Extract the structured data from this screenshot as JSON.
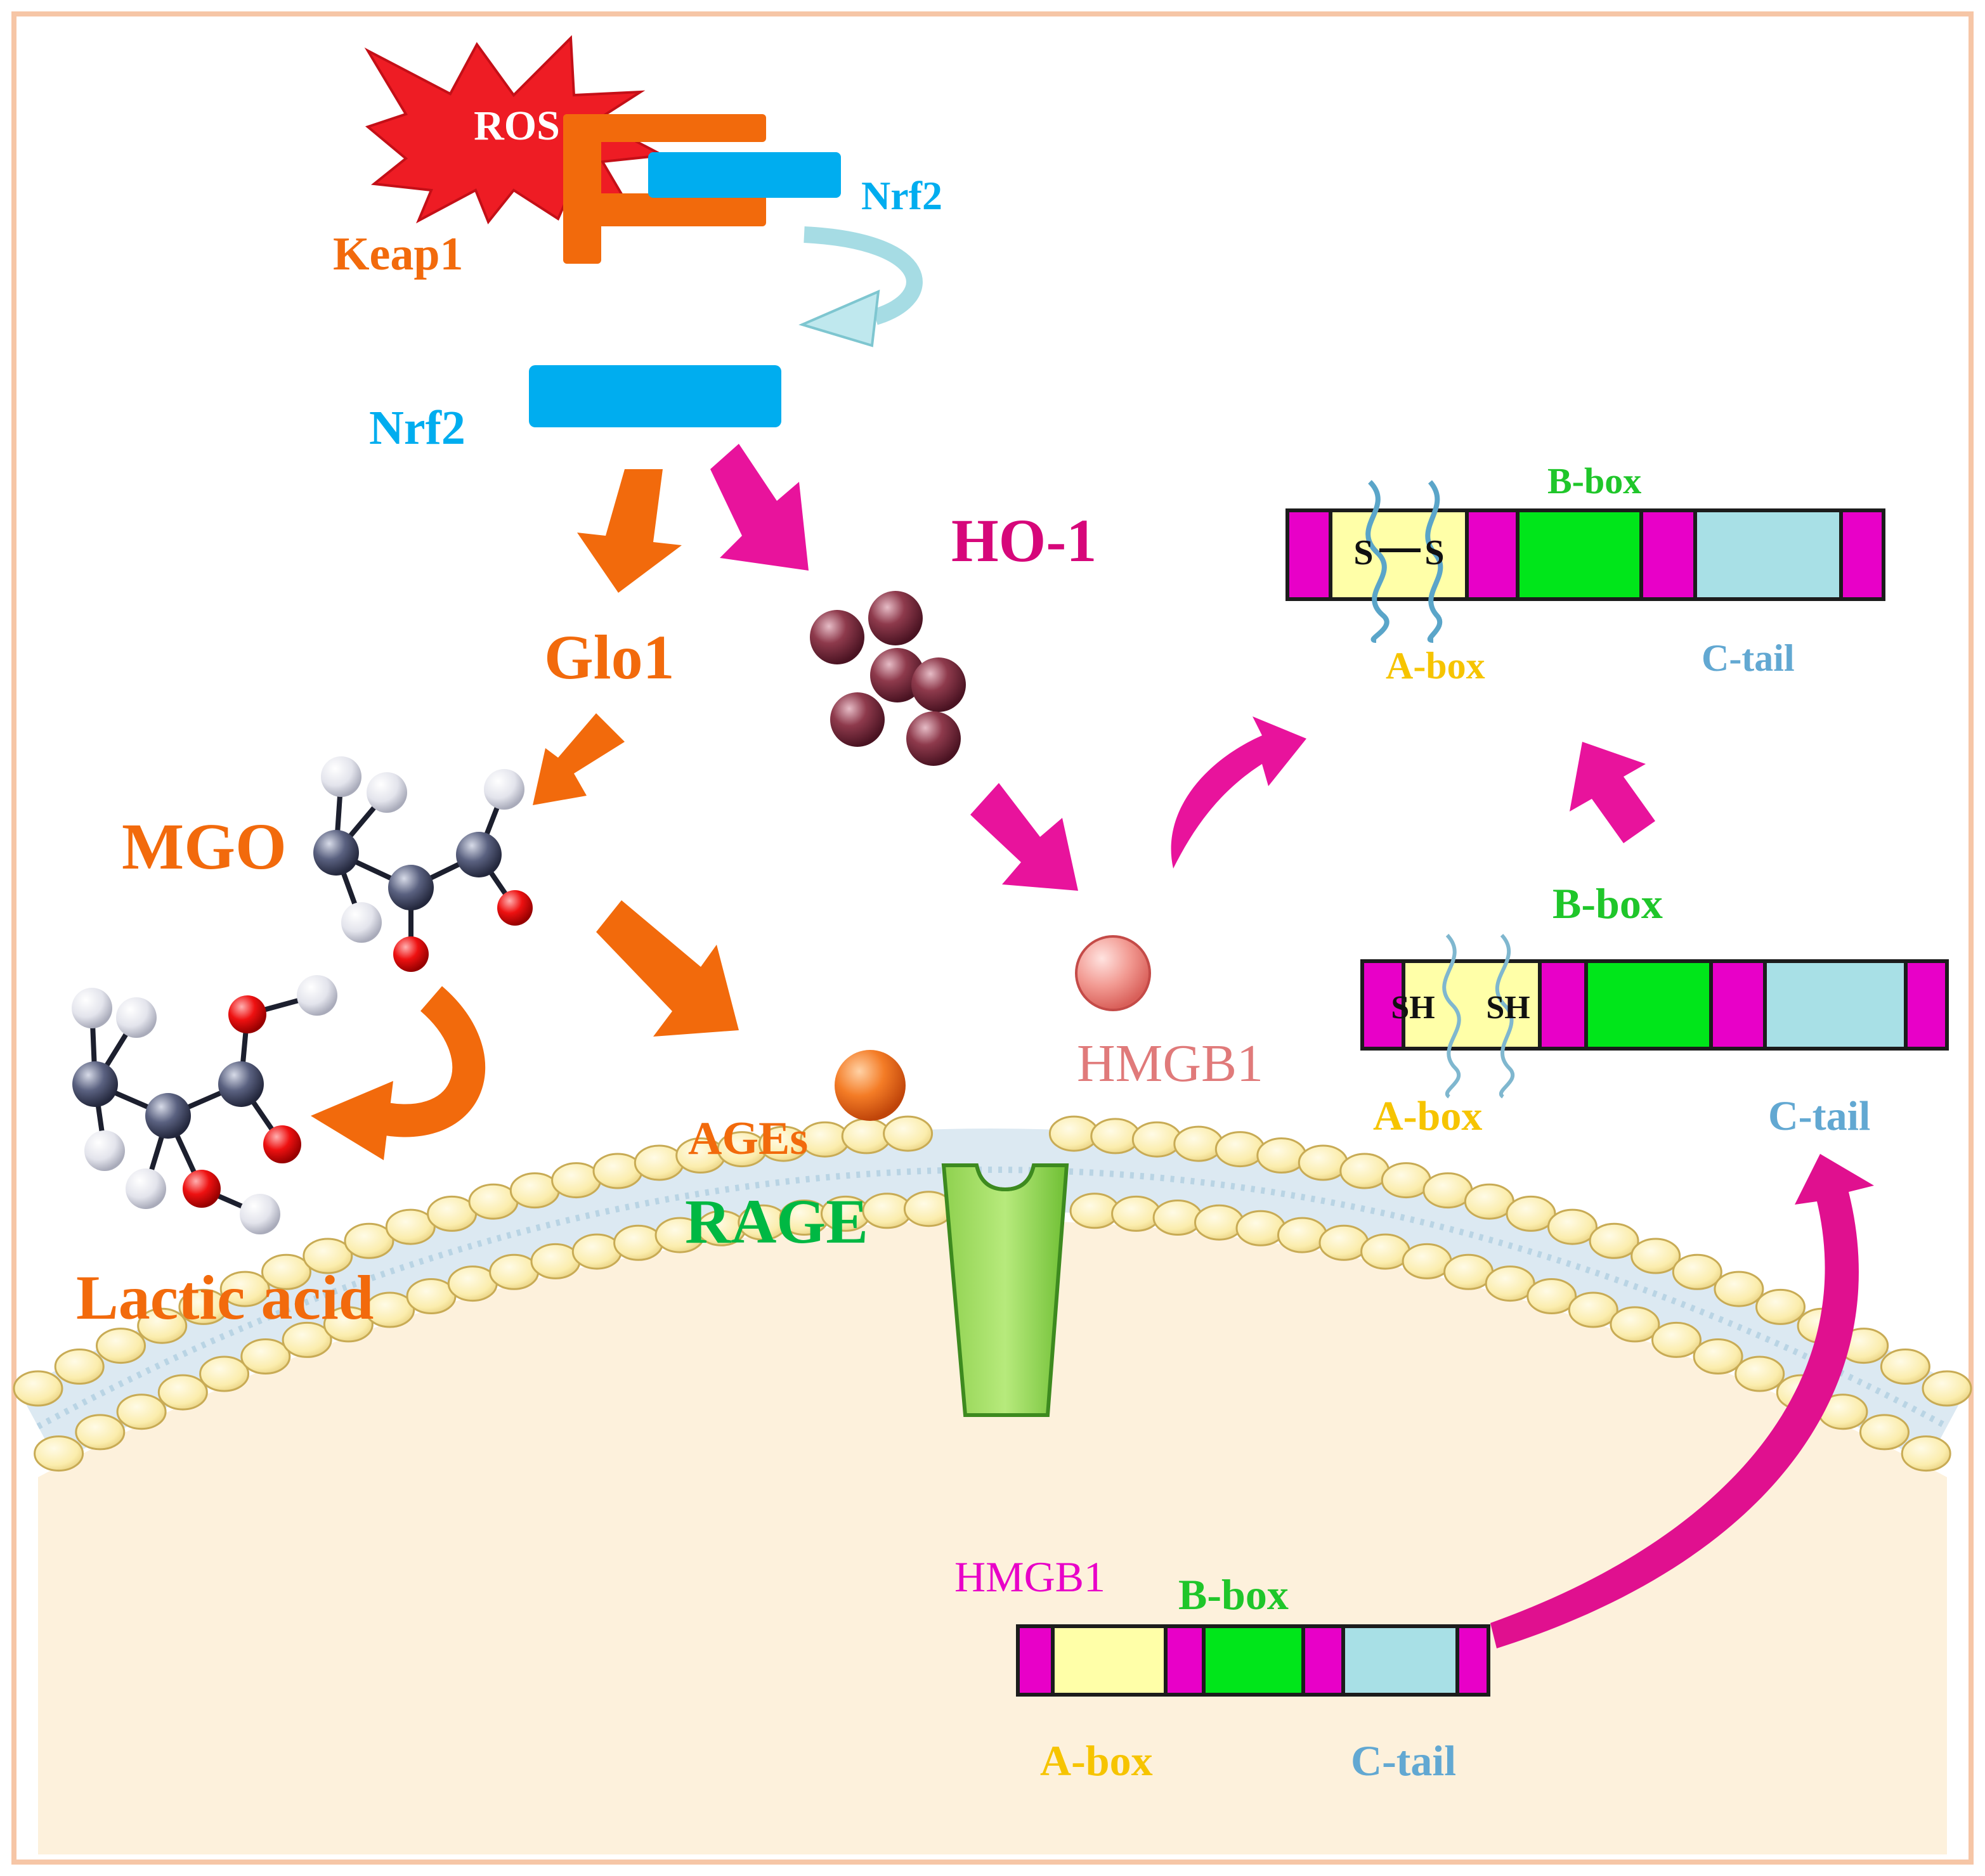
{
  "labels": {
    "ros": "ROS",
    "keap1": "Keap1",
    "nrf2_bound": "Nrf2",
    "nrf2_free": "Nrf2",
    "glo1": "Glo1",
    "ho1": "HO-1",
    "mgo": "MGO",
    "lactic_acid": "Lactic acid",
    "ages": "AGEs",
    "rage": "RAGE",
    "hmgb1_released": "HMGB1",
    "hmgb1_nuclear": "HMGB1",
    "disulfide": {
      "b_box": "B-box",
      "a_box": "A-box",
      "c_tail": "C-tail",
      "s_left": "S",
      "s_right": "S"
    },
    "thiol": {
      "b_box": "B-box",
      "a_box": "A-box",
      "c_tail": "C-tail",
      "sh_left": "SH",
      "sh_right": "SH"
    },
    "nuclear": {
      "b_box": "B-box",
      "a_box": "A-box",
      "c_tail": "C-tail"
    }
  },
  "colors": {
    "frame": "#f6c6a6",
    "orange": "#f26a0c",
    "nrf2_blue": "#00adef",
    "ho1_magenta": "#d6077a",
    "arrow_magenta": "#e8139c",
    "hmgb1_pink": "#e07a7a",
    "ros_red": "#ee1c24",
    "segment_magenta": "#e800c8",
    "segment_yellow": "#ffffa8",
    "segment_green": "#00e61a",
    "segment_cyan": "#a8e0e6",
    "label_yellow": "#f6c400",
    "label_green": "#1fc62a",
    "label_cyan": "#62a8d2",
    "rage_green": "#00b843",
    "lipid_head": "#fbedad",
    "cytoplasm": "#fdf1dc"
  }
}
